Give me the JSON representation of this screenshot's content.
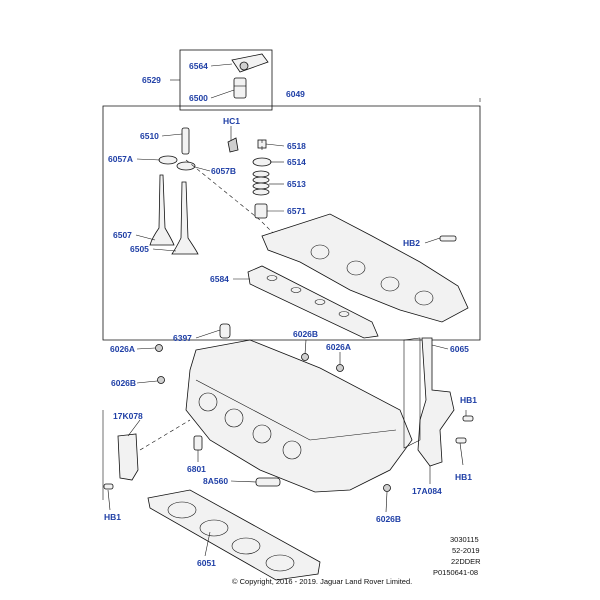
{
  "labels": {
    "l6529": "6529",
    "l6564": "6564",
    "l6500": "6500",
    "l6049": "6049",
    "l6510": "6510",
    "lHC1": "HC1",
    "l6518": "6518",
    "l6514": "6514",
    "l6057A": "6057A",
    "l6057B": "6057B",
    "l6513": "6513",
    "l6571": "6571",
    "l6507": "6507",
    "l6505": "6505",
    "lHB2": "HB2",
    "l6584": "6584",
    "l6397": "6397",
    "l6026B_top": "6026B",
    "l6026A_left": "6026A",
    "l6026A_mid": "6026A",
    "l6065": "6065",
    "l6026B_left": "6026B",
    "lHB1_right_top": "HB1",
    "l17K078": "17K078",
    "l6801": "6801",
    "l8A560": "8A560",
    "l17A084": "17A084",
    "lHB1_right_bot": "HB1",
    "lHB1_left": "HB1",
    "l6026B_bot": "6026B",
    "l6051": "6051"
  },
  "footer": {
    "code1": "3030115",
    "code2": "52-2019",
    "code3": "22DDER",
    "code4": "P0150641-08",
    "copyright": "© Copyright, 2016 - 2019. Jaguar Land Rover Limited."
  }
}
